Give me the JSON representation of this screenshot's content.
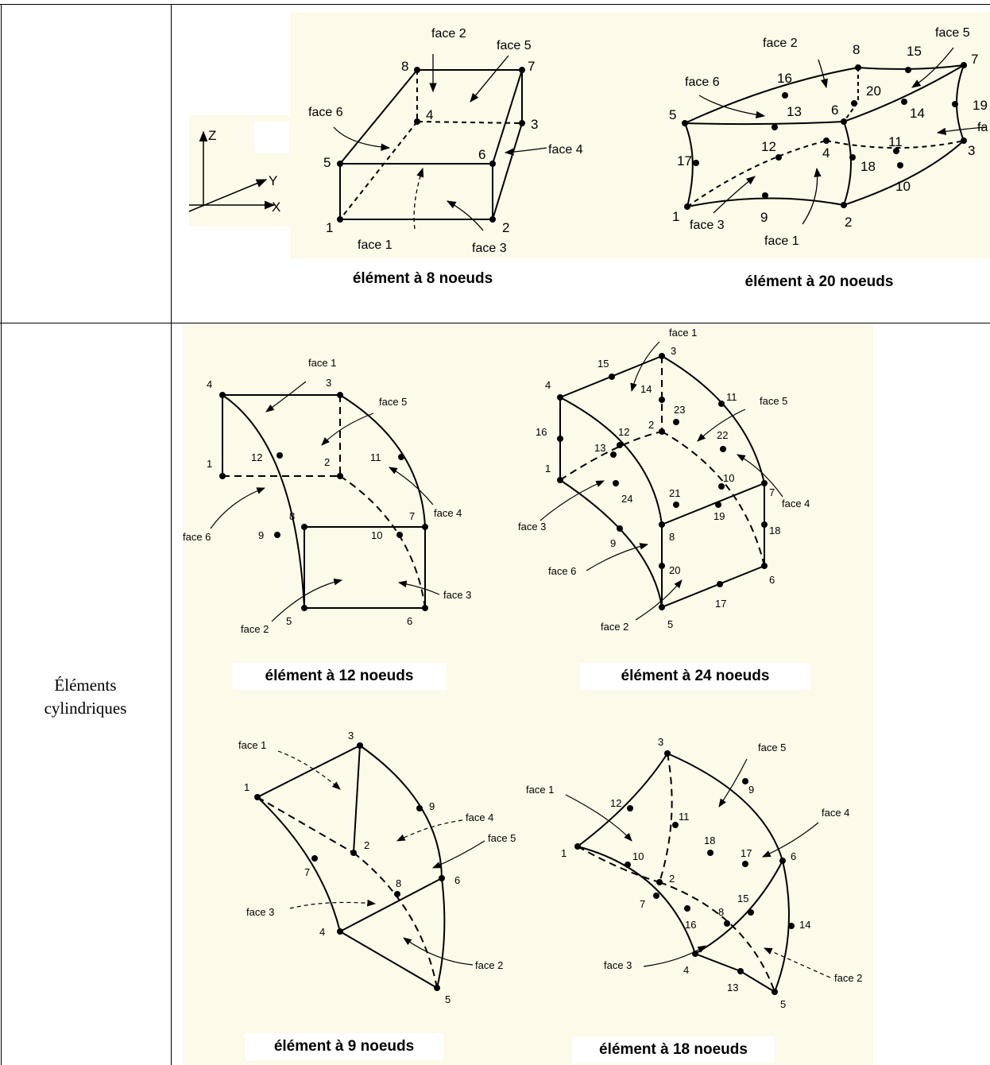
{
  "row1": {
    "label": "",
    "axes": {
      "z": "Z",
      "y": "Y",
      "x": "X"
    },
    "hex8": {
      "caption": "élément à 8 noeuds",
      "nodes": [
        "1",
        "2",
        "3",
        "4",
        "5",
        "6",
        "7",
        "8"
      ],
      "faces": [
        "face 1",
        "face 2",
        "face 3",
        "face 4",
        "face 5",
        "face 6"
      ]
    },
    "hex20": {
      "caption": "élément à 20 noeuds",
      "nodes": [
        "1",
        "2",
        "3",
        "4",
        "5",
        "6",
        "7",
        "8",
        "9",
        "10",
        "11",
        "12",
        "13",
        "14",
        "15",
        "16",
        "17",
        "18",
        "19",
        "20"
      ],
      "faces": [
        "face 1",
        "face 2",
        "face 3",
        "fa",
        "face 5",
        "face 6"
      ]
    }
  },
  "row2": {
    "label_line1": "Éléments",
    "label_line2": "cylindriques",
    "cyl12": {
      "caption": "élément à 12 noeuds",
      "nodes": [
        "1",
        "2",
        "3",
        "4",
        "5",
        "6",
        "7",
        "8",
        "9",
        "10",
        "11",
        "12"
      ],
      "faces": [
        "face 1",
        "face 2",
        "face 3",
        "face 4",
        "face 5",
        "face 6"
      ]
    },
    "cyl24": {
      "caption": "élément à 24 noeuds",
      "nodes": [
        "1",
        "2",
        "3",
        "4",
        "5",
        "6",
        "7",
        "8",
        "9",
        "10",
        "11",
        "12",
        "13",
        "14",
        "15",
        "16",
        "17",
        "18",
        "19",
        "20",
        "21",
        "22",
        "23",
        "24"
      ],
      "faces": [
        "face 1",
        "face 2",
        "face 3",
        "face 4",
        "face 5",
        "face 6"
      ]
    },
    "cyl9": {
      "caption": "élément à 9 noeuds",
      "nodes": [
        "1",
        "2",
        "3",
        "4",
        "5",
        "6",
        "7",
        "8",
        "9"
      ],
      "faces": [
        "face 1",
        "face 2",
        "face 3",
        "face 4",
        "face 5"
      ]
    },
    "cyl18": {
      "caption": "élément à 18 noeuds",
      "nodes": [
        "1",
        "2",
        "3",
        "4",
        "5",
        "6",
        "7",
        "8",
        "9",
        "10",
        "11",
        "12",
        "13",
        "14",
        "15",
        "16",
        "17",
        "18"
      ],
      "faces": [
        "face 1",
        "face 2",
        "face 3",
        "face 4",
        "face 5"
      ]
    }
  }
}
